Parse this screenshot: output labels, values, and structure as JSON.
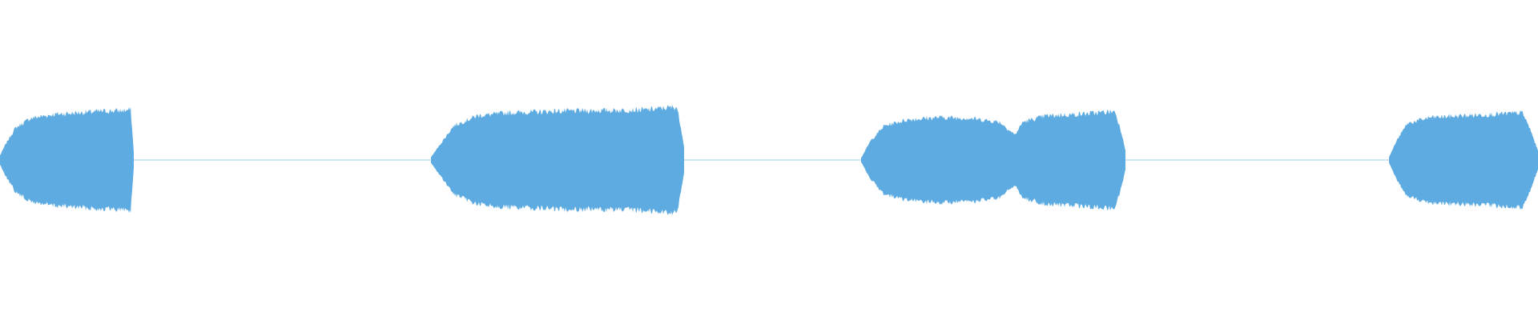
{
  "waveform": {
    "color": "#5dabe1",
    "background": "#ffffff",
    "segments": [
      {
        "start": 0.0,
        "end": 0.087,
        "envelope": [
          [
            0.0,
            0.06
          ],
          [
            0.004,
            0.22
          ],
          [
            0.01,
            0.42
          ],
          [
            0.02,
            0.55
          ],
          [
            0.035,
            0.6
          ],
          [
            0.05,
            0.62
          ],
          [
            0.065,
            0.64
          ],
          [
            0.08,
            0.65
          ],
          [
            0.085,
            0.66
          ],
          [
            0.087,
            0.1
          ]
        ]
      },
      {
        "start": 0.28,
        "end": 0.445,
        "envelope": [
          [
            0.28,
            0.03
          ],
          [
            0.286,
            0.2
          ],
          [
            0.295,
            0.45
          ],
          [
            0.31,
            0.58
          ],
          [
            0.33,
            0.62
          ],
          [
            0.36,
            0.64
          ],
          [
            0.39,
            0.65
          ],
          [
            0.42,
            0.66
          ],
          [
            0.44,
            0.7
          ],
          [
            0.443,
            0.4
          ],
          [
            0.445,
            0.15
          ]
        ]
      },
      {
        "start": 0.56,
        "end": 0.732,
        "envelope": [
          [
            0.56,
            0.03
          ],
          [
            0.566,
            0.25
          ],
          [
            0.575,
            0.45
          ],
          [
            0.59,
            0.53
          ],
          [
            0.61,
            0.56
          ],
          [
            0.63,
            0.55
          ],
          [
            0.65,
            0.5
          ],
          [
            0.66,
            0.33
          ],
          [
            0.665,
            0.5
          ],
          [
            0.68,
            0.58
          ],
          [
            0.7,
            0.6
          ],
          [
            0.725,
            0.64
          ],
          [
            0.73,
            0.3
          ],
          [
            0.732,
            0.1
          ]
        ]
      },
      {
        "start": 0.903,
        "end": 1.0,
        "envelope": [
          [
            0.903,
            0.03
          ],
          [
            0.908,
            0.25
          ],
          [
            0.915,
            0.48
          ],
          [
            0.93,
            0.56
          ],
          [
            0.95,
            0.58
          ],
          [
            0.97,
            0.6
          ],
          [
            0.99,
            0.62
          ],
          [
            0.995,
            0.4
          ],
          [
            1.0,
            0.12
          ]
        ]
      }
    ],
    "silence_level": 0.01
  }
}
